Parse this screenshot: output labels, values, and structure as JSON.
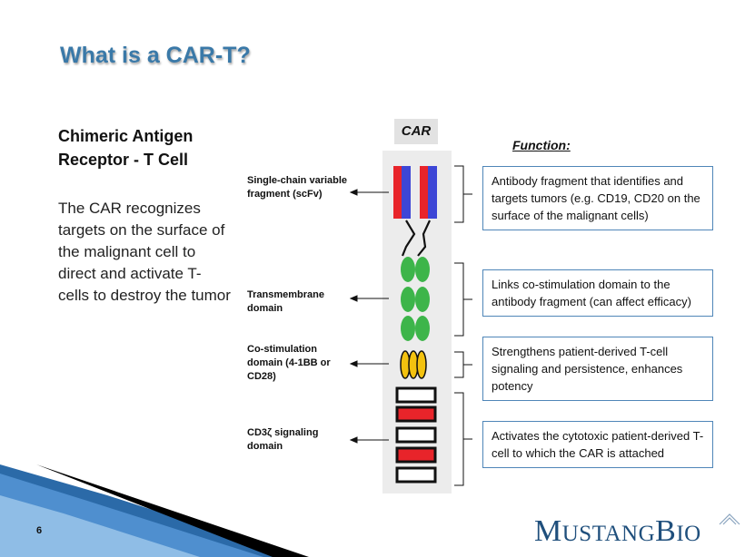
{
  "slide": {
    "title": "What is a CAR-T?",
    "subtitle": "Chimeric Antigen Receptor - T Cell",
    "description": "The CAR recognizes targets on the surface of the malignant cell to direct and activate T-cells to destroy the tumor",
    "page_number": "6"
  },
  "diagram": {
    "car_label": "CAR",
    "function_header": "Function:",
    "parts": [
      {
        "label": "Single-chain variable fragment (scFv)",
        "function": "Antibody fragment that identifies and targets tumors (e.g. CD19, CD20 on the surface of the malignant cells)"
      },
      {
        "label": "Transmembrane domain",
        "function": "Links co-stimulation domain to the antibody fragment (can affect efficacy)"
      },
      {
        "label": "Co-stimulation domain (4-1BB or CD28)",
        "function": "Strengthens patient-derived T-cell signaling and persistence, enhances potency"
      },
      {
        "label": "CD3ζ signaling domain",
        "function": "Activates the cytotoxic patient-derived T-cell to which the CAR is attached"
      }
    ],
    "colors": {
      "scfv_red": "#e8242a",
      "scfv_blue": "#3d46d6",
      "transmembrane_green": "#3db54a",
      "costim_yellow": "#f3c20f",
      "signaling_red": "#e8242a",
      "box_border": "#4f86b8",
      "title_blue": "#3a79a8"
    }
  },
  "logo": {
    "text_m": "M",
    "text_ustang": "USTANG",
    "text_b": "B",
    "text_io": "IO"
  }
}
